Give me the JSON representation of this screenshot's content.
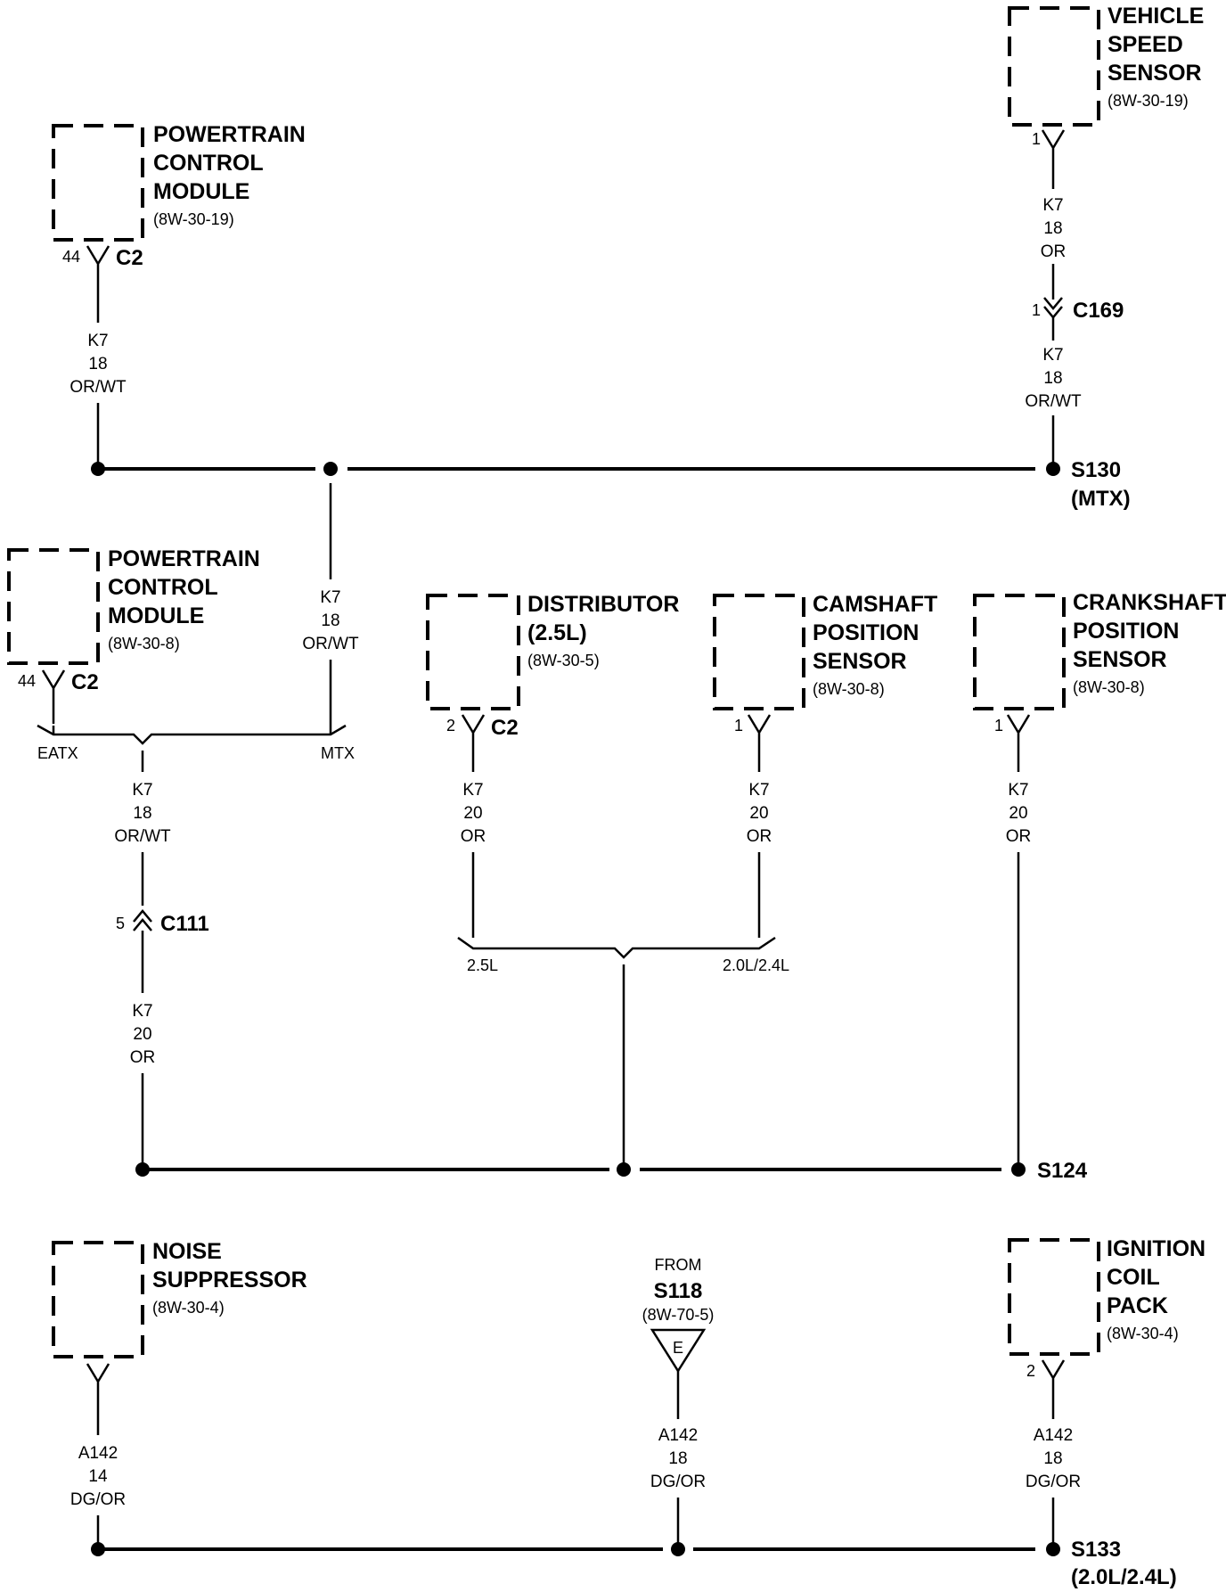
{
  "components": {
    "vss": {
      "title": [
        "VEHICLE",
        "SPEED",
        "SENSOR"
      ],
      "ref": "(8W-30-19)",
      "pin": "1"
    },
    "pcm_top": {
      "title": [
        "POWERTRAIN",
        "CONTROL",
        "MODULE"
      ],
      "ref": "(8W-30-19)",
      "pin": "44",
      "connector": "C2"
    },
    "pcm_mid": {
      "title": [
        "POWERTRAIN",
        "CONTROL",
        "MODULE"
      ],
      "ref": "(8W-30-8)",
      "pin": "44",
      "connector": "C2"
    },
    "distributor": {
      "title": [
        "DISTRIBUTOR",
        "(2.5L)"
      ],
      "ref": "(8W-30-5)",
      "pin": "2",
      "connector": "C2"
    },
    "cmp": {
      "title": [
        "CAMSHAFT",
        "POSITION",
        "SENSOR"
      ],
      "ref": "(8W-30-8)",
      "pin": "1"
    },
    "ckp": {
      "title": [
        "CRANKSHAFT",
        "POSITION",
        "SENSOR"
      ],
      "ref": "(8W-30-8)",
      "pin": "1"
    },
    "noise": {
      "title": [
        "NOISE",
        "SUPPRESSOR"
      ],
      "ref": "(8W-30-4)"
    },
    "coil": {
      "title": [
        "IGNITION",
        "COIL",
        "PACK"
      ],
      "ref": "(8W-30-4)",
      "pin": "2"
    }
  },
  "wires": {
    "vss_out": [
      "K7",
      "18",
      "OR"
    ],
    "c169_out": [
      "K7",
      "18",
      "OR/WT"
    ],
    "pcm_top_out": [
      "K7",
      "18",
      "OR/WT"
    ],
    "s130_mtx": [
      "K7",
      "18",
      "OR/WT"
    ],
    "pcm_mid_out": [
      "K7",
      "18",
      "OR/WT"
    ],
    "c111_out": [
      "K7",
      "20",
      "OR"
    ],
    "dist_out": [
      "K7",
      "20",
      "OR"
    ],
    "cmp_out": [
      "K7",
      "20",
      "OR"
    ],
    "ckp_out": [
      "K7",
      "20",
      "OR"
    ],
    "noise_out": [
      "A142",
      "14",
      "DG/OR"
    ],
    "s118_out": [
      "A142",
      "18",
      "DG/OR"
    ],
    "coil_out": [
      "A142",
      "18",
      "DG/OR"
    ]
  },
  "connectors": {
    "c169": {
      "name": "C169",
      "pin": "1"
    },
    "c111": {
      "name": "C111",
      "pin": "5"
    }
  },
  "splices": {
    "s130": {
      "name": "S130",
      "note": "(MTX)"
    },
    "s124": {
      "name": "S124"
    },
    "s133": {
      "name": "S133",
      "note": "(2.0L/2.4L)"
    }
  },
  "branches": {
    "eatx": "EATX",
    "mtx": "MTX",
    "l25": "2.5L",
    "l2024": "2.0L/2.4L"
  },
  "from": {
    "label": "FROM",
    "splice": "S118",
    "ref": "(8W-70-5)",
    "letter": "E"
  }
}
